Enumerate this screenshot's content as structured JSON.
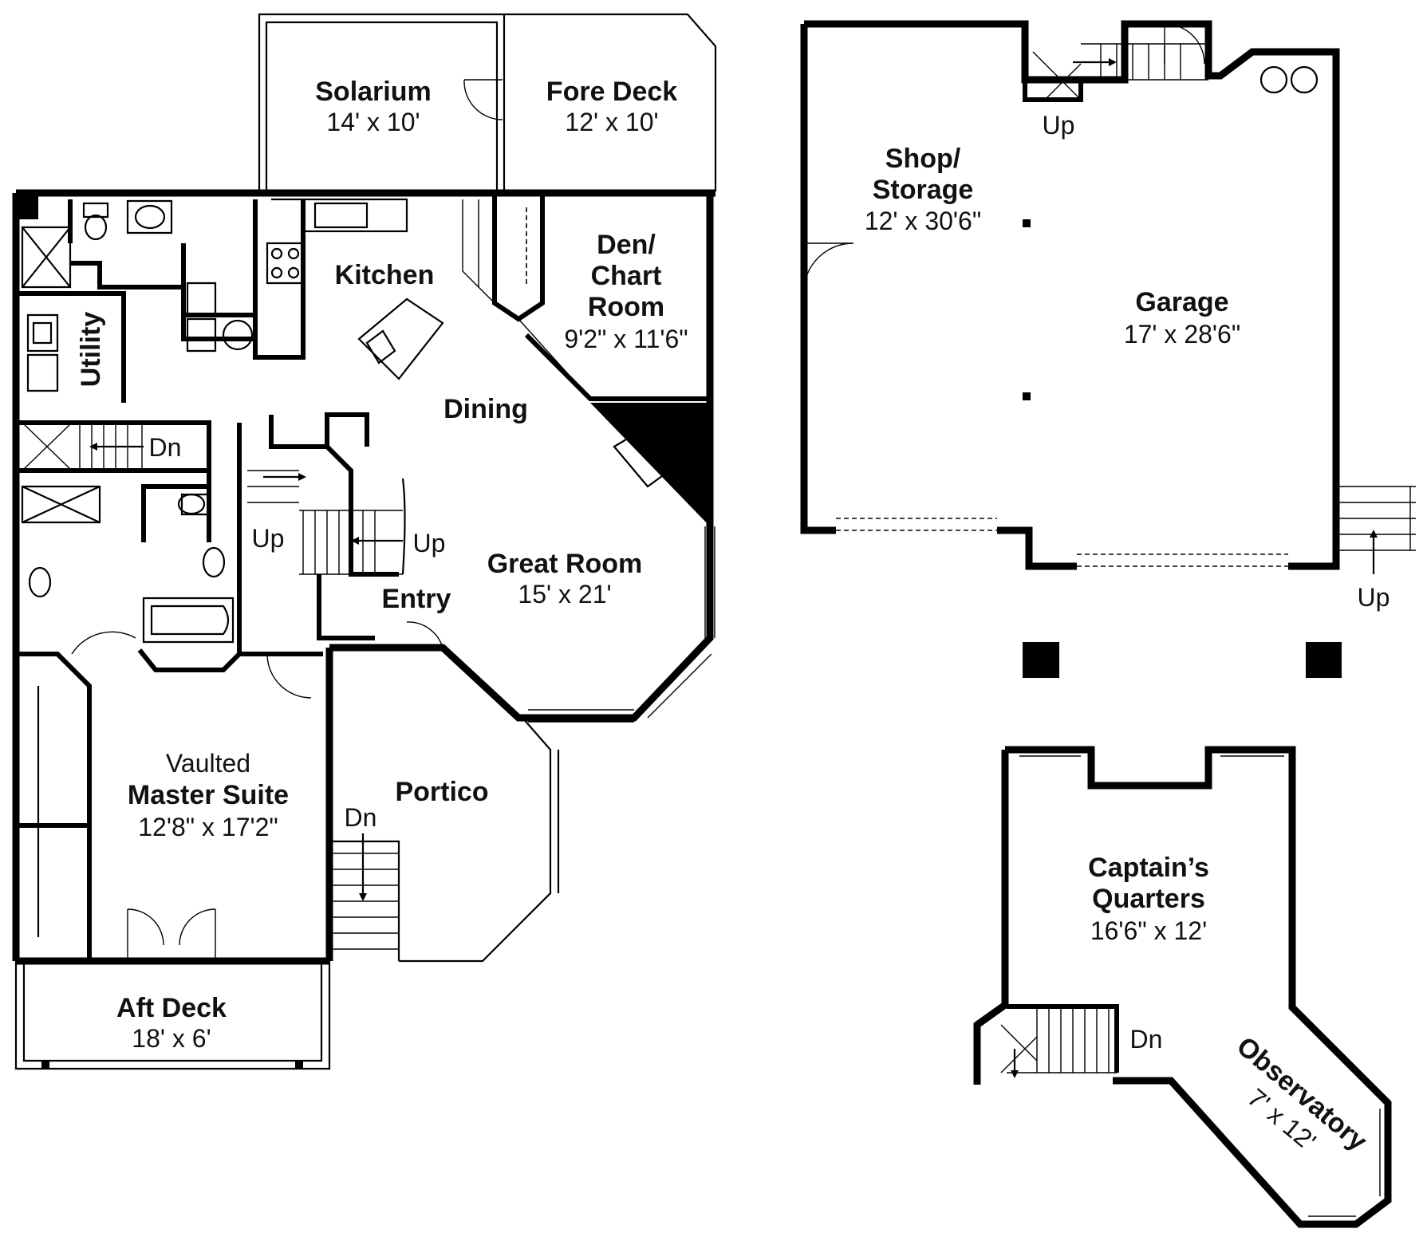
{
  "rooms": {
    "solarium": {
      "name": "Solarium",
      "dims": "14' x 10'"
    },
    "fore_deck": {
      "name": "Fore Deck",
      "dims": "12' x 10'"
    },
    "kitchen": {
      "name": "Kitchen"
    },
    "den": {
      "line1": "Den/",
      "line2": "Chart",
      "line3": "Room",
      "dims": "9'2\" x 11'6\""
    },
    "utility": {
      "name": "Utility"
    },
    "dining": {
      "name": "Dining"
    },
    "great_room": {
      "name": "Great Room",
      "dims": "15' x 21'"
    },
    "entry": {
      "name": "Entry"
    },
    "master": {
      "line1": "Vaulted",
      "line2": "Master Suite",
      "dims": "12'8\" x 17'2\""
    },
    "portico": {
      "name": "Portico"
    },
    "aft_deck": {
      "name": "Aft Deck",
      "dims": "18' x 6'"
    },
    "shop": {
      "line1": "Shop/",
      "line2": "Storage",
      "dims": "12' x 30'6\""
    },
    "garage": {
      "name": "Garage",
      "dims": "17' x 28'6\""
    },
    "captains": {
      "line1": "Captain’s",
      "line2": "Quarters",
      "dims": "16'6\" x 12'"
    },
    "observatory": {
      "name": "Observatory",
      "dims": "7' x 12'"
    }
  },
  "stairs": {
    "up": "Up",
    "dn": "Dn"
  }
}
